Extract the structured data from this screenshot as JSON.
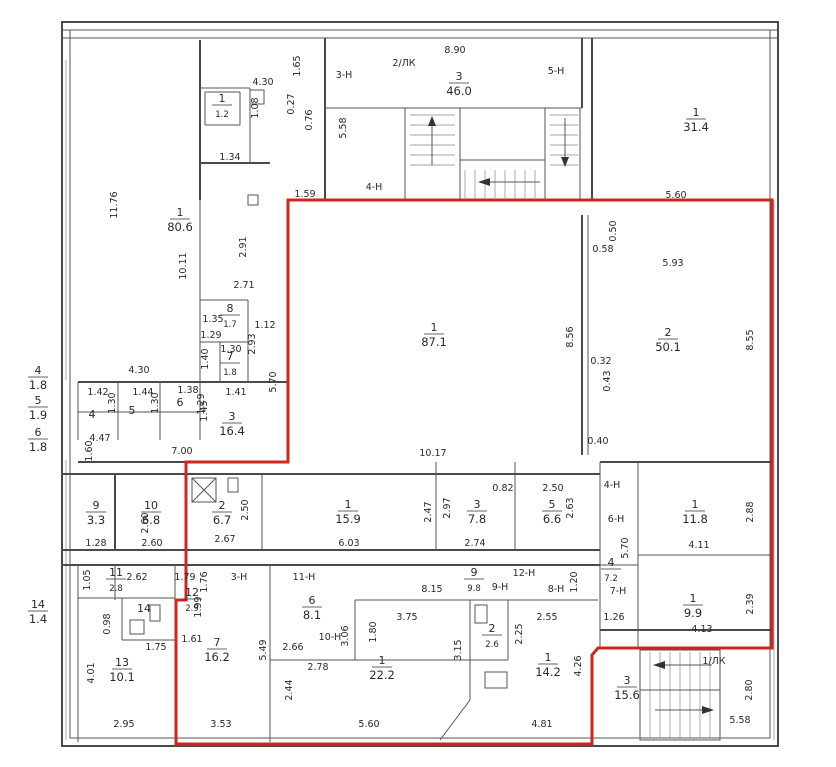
{
  "plan": {
    "boundary_color": "#d0241c",
    "wall_color": "#4a4a4a",
    "background": "#ffffff"
  },
  "rooms": [
    {
      "key": "r_1_806",
      "num": "1",
      "area": "80.6"
    },
    {
      "key": "r_1_12",
      "num": "1",
      "area": "1.2"
    },
    {
      "key": "r_3_460",
      "num": "3",
      "area": "46.0"
    },
    {
      "key": "r_1_314",
      "num": "1",
      "area": "31.4"
    },
    {
      "key": "r_1_871",
      "num": "1",
      "area": "87.1"
    },
    {
      "key": "r_2_501",
      "num": "2",
      "area": "50.1"
    },
    {
      "key": "r_8_17",
      "num": "8",
      "area": "1.7"
    },
    {
      "key": "r_7_18",
      "num": "7",
      "area": "1.8"
    },
    {
      "key": "r_3_164",
      "num": "3",
      "area": "16.4"
    },
    {
      "key": "r_4_18",
      "num": "4",
      "area": "1.8"
    },
    {
      "key": "r_5_19",
      "num": "5",
      "area": "1.9"
    },
    {
      "key": "r_6_18",
      "num": "6",
      "area": "1.8"
    },
    {
      "key": "r_9_33",
      "num": "9",
      "area": "3.3"
    },
    {
      "key": "r_10_68",
      "num": "10",
      "area": "6.8"
    },
    {
      "key": "r_2_67",
      "num": "2",
      "area": "6.7"
    },
    {
      "key": "r_1_159",
      "num": "1",
      "area": "15.9"
    },
    {
      "key": "r_3_78",
      "num": "3",
      "area": "7.8"
    },
    {
      "key": "r_5_66",
      "num": "5",
      "area": "6.6"
    },
    {
      "key": "r_1_118",
      "num": "1",
      "area": "11.8"
    },
    {
      "key": "r_11_28",
      "num": "11",
      "area": "2.8"
    },
    {
      "key": "r_12_29",
      "num": "12",
      "area": "2.9"
    },
    {
      "key": "r_14_14",
      "num": "14",
      "area": "1.4"
    },
    {
      "key": "r_13_101",
      "num": "13",
      "area": "10.1"
    },
    {
      "key": "r_7_162",
      "num": "7",
      "area": "16.2"
    },
    {
      "key": "r_6_81",
      "num": "6",
      "area": "8.1"
    },
    {
      "key": "r_9_98",
      "num": "9",
      "area": "9.8"
    },
    {
      "key": "r_1_222",
      "num": "1",
      "area": "22.2"
    },
    {
      "key": "r_2_26",
      "num": "2",
      "area": "2.6"
    },
    {
      "key": "r_1_142",
      "num": "1",
      "area": "14.2"
    },
    {
      "key": "r_4_72",
      "num": "4",
      "area": "7.2"
    },
    {
      "key": "r_1_99",
      "num": "1",
      "area": "9.9"
    },
    {
      "key": "r_3_156",
      "num": "3",
      "area": "15.6"
    }
  ],
  "tags": [
    "3-H",
    "2/ЛК",
    "5-H",
    "4-H",
    "4-H",
    "6-H",
    "3-H",
    "11-H",
    "12-H",
    "9-H",
    "8-H",
    "7-H",
    "10-H",
    "1/ЛК"
  ],
  "room_numbers_plain": [
    "4",
    "5",
    "6",
    "14"
  ],
  "dims": [
    "8.90",
    "4.30",
    "1.65",
    "1.08",
    "0.27",
    "0.76",
    "5.58",
    "5.60",
    "1.34",
    "1.59",
    "11.76",
    "10.11",
    "2.91",
    "2.71",
    "1.35",
    "1.29",
    "1.12",
    "2.93",
    "1.40",
    "1.30",
    "4.30",
    "1.42",
    "1.30",
    "1.44",
    "1.30",
    "1.38",
    "1.29",
    "1.45",
    "1.41",
    "5.70",
    "4.47",
    "7.00",
    "1.60",
    "0.50",
    "0.58",
    "5.93",
    "8.56",
    "0.32",
    "0.43",
    "8.55",
    "10.17",
    "0.40",
    "0.82",
    "2.50",
    "2.97",
    "2.47",
    "2.63",
    "2.88",
    "2.50",
    "2.60",
    "2.67",
    "6.03",
    "2.74",
    "4.11",
    "1.28",
    "2.60",
    "5.70",
    "1.05",
    "2.62",
    "1.79",
    "1.76",
    "1.99",
    "8.15",
    "1.20",
    "0.98",
    "1.75",
    "3.06",
    "1.80",
    "3.75",
    "2.25",
    "2.55",
    "4.26",
    "1.61",
    "5.49",
    "2.66",
    "3.15",
    "1.26",
    "4.13",
    "2.39",
    "4.01",
    "2.78",
    "2.44",
    "2.80",
    "2.95",
    "3.53",
    "5.60",
    "4.81",
    "5.58"
  ]
}
